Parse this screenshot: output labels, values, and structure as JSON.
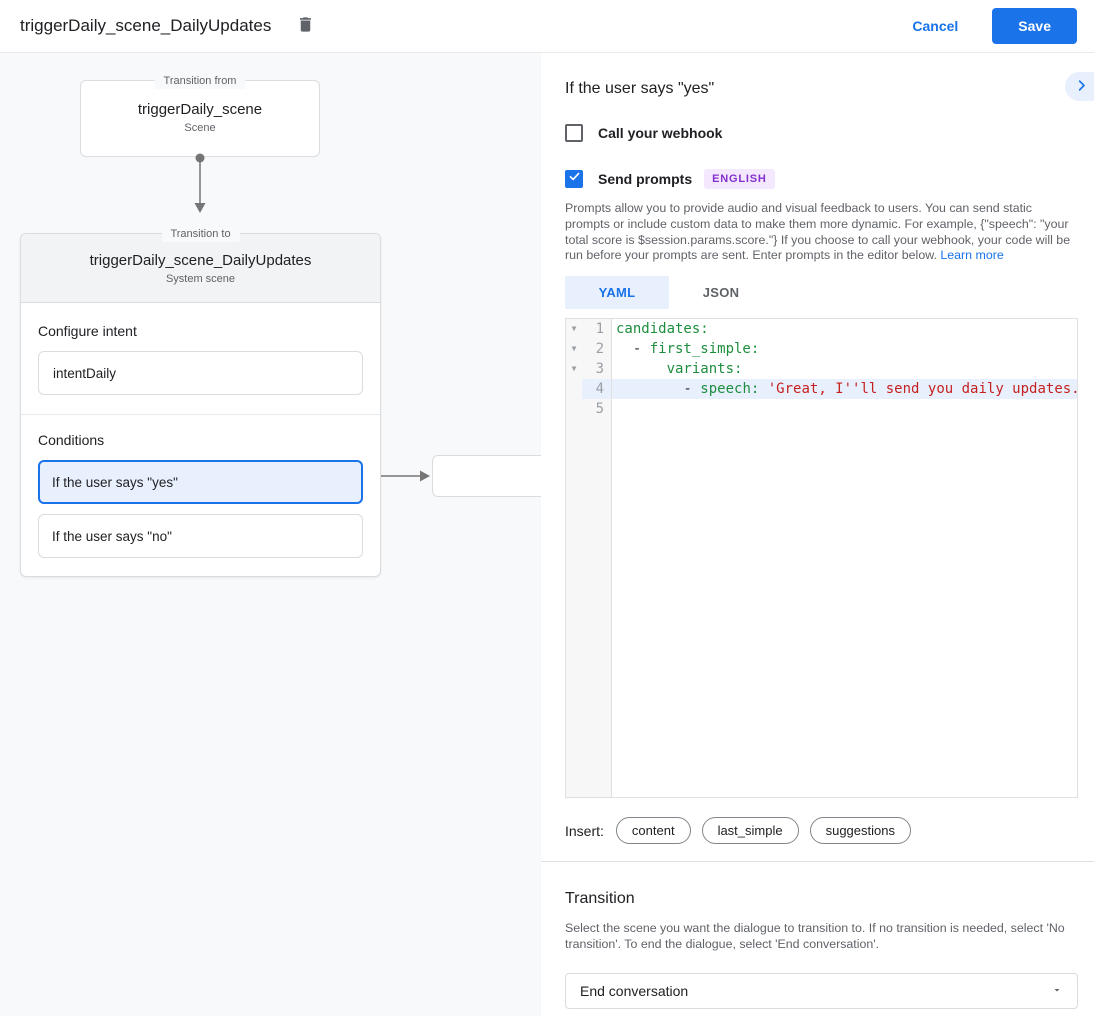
{
  "topbar": {
    "title": "triggerDaily_scene_DailyUpdates",
    "cancel_label": "Cancel",
    "save_label": "Save"
  },
  "canvas": {
    "from_node": {
      "label": "Transition from",
      "title": "triggerDaily_scene",
      "subtitle": "Scene"
    },
    "to_node": {
      "label": "Transition to",
      "title": "triggerDaily_scene_DailyUpdates",
      "subtitle": "System scene"
    },
    "intent": {
      "heading": "Configure intent",
      "value": "intentDaily"
    },
    "conditions": {
      "heading": "Conditions",
      "items": [
        {
          "label": "If the user says \"yes\"",
          "selected": true
        },
        {
          "label": "If the user says \"no\"",
          "selected": false
        }
      ]
    }
  },
  "panel": {
    "title": "If the user says \"yes\"",
    "webhook": {
      "label": "Call your webhook",
      "checked": false
    },
    "send_prompts": {
      "label": "Send prompts",
      "checked": true,
      "badge": "ENGLISH"
    },
    "description": "Prompts allow you to provide audio and visual feedback to users. You can send static prompts or include custom data to make them more dynamic. For example, {\"speech\": \"your total score is $session.params.score.\"} If you choose to call your webhook, your code will be run before your prompts are sent. Enter prompts in the editor below. ",
    "learn_more": "Learn more",
    "tabs": [
      {
        "label": "YAML",
        "active": true
      },
      {
        "label": "JSON",
        "active": false
      }
    ],
    "editor": {
      "lines": [
        {
          "num": "1",
          "fold": true,
          "key": "candidates:"
        },
        {
          "num": "2",
          "fold": true,
          "pre": "  - ",
          "key": "first_simple:"
        },
        {
          "num": "3",
          "fold": true,
          "pre": "      ",
          "key": "variants:"
        },
        {
          "num": "4",
          "highlight": true,
          "pre": "        - ",
          "key": "speech:",
          "string": " 'Great, I''ll send you daily updates."
        },
        {
          "num": "5"
        }
      ]
    },
    "insert": {
      "label": "Insert:",
      "chips": [
        "content",
        "last_simple",
        "suggestions"
      ]
    },
    "transition": {
      "heading": "Transition",
      "description": "Select the scene you want the dialogue to transition to. If no transition is needed, select 'No transition'. To end the dialogue, select 'End conversation'.",
      "value": "End conversation"
    }
  },
  "colors": {
    "accent_blue": "#1a73e8",
    "selection_blue": "#e8f0fe",
    "badge_purple": "#8430ce",
    "badge_purple_bg": "#f3e8fd",
    "code_key_green": "#1e8e3e",
    "code_string_red": "#c5221f",
    "canvas_bg": "#f8f9fa"
  }
}
